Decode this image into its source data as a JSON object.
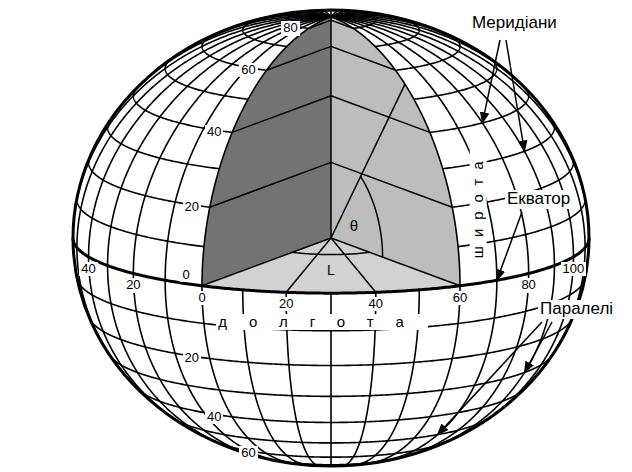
{
  "diagram": {
    "labels": [
      "Меридіани",
      "Екватор",
      "Паралелі",
      "80",
      "60",
      "40",
      "20",
      "0",
      "20",
      "40",
      "60",
      "40",
      "20",
      "0",
      "20",
      "40",
      "60",
      "80",
      "100",
      "θ",
      "L",
      "широта",
      "долгота"
    ]
  }
}
